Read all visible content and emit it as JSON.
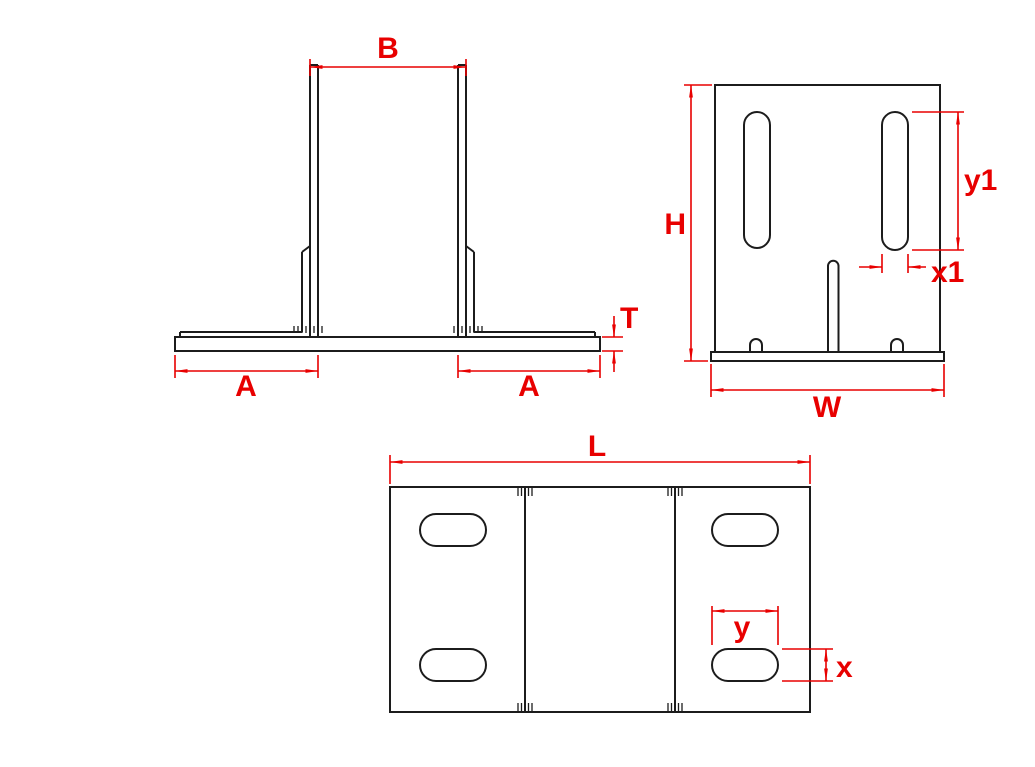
{
  "colors": {
    "geometry": "#1c1c1c",
    "dimension": "#e80000",
    "background": "#ffffff"
  },
  "front_view": {
    "dim_B": "B",
    "dim_A_left": "A",
    "dim_A_right": "A",
    "dim_T": "T"
  },
  "side_view": {
    "dim_H": "H",
    "dim_W": "W",
    "dim_y1": "y1",
    "dim_x1": "x1"
  },
  "plan_view": {
    "dim_L": "L",
    "dim_y": "y",
    "dim_x": "x"
  }
}
